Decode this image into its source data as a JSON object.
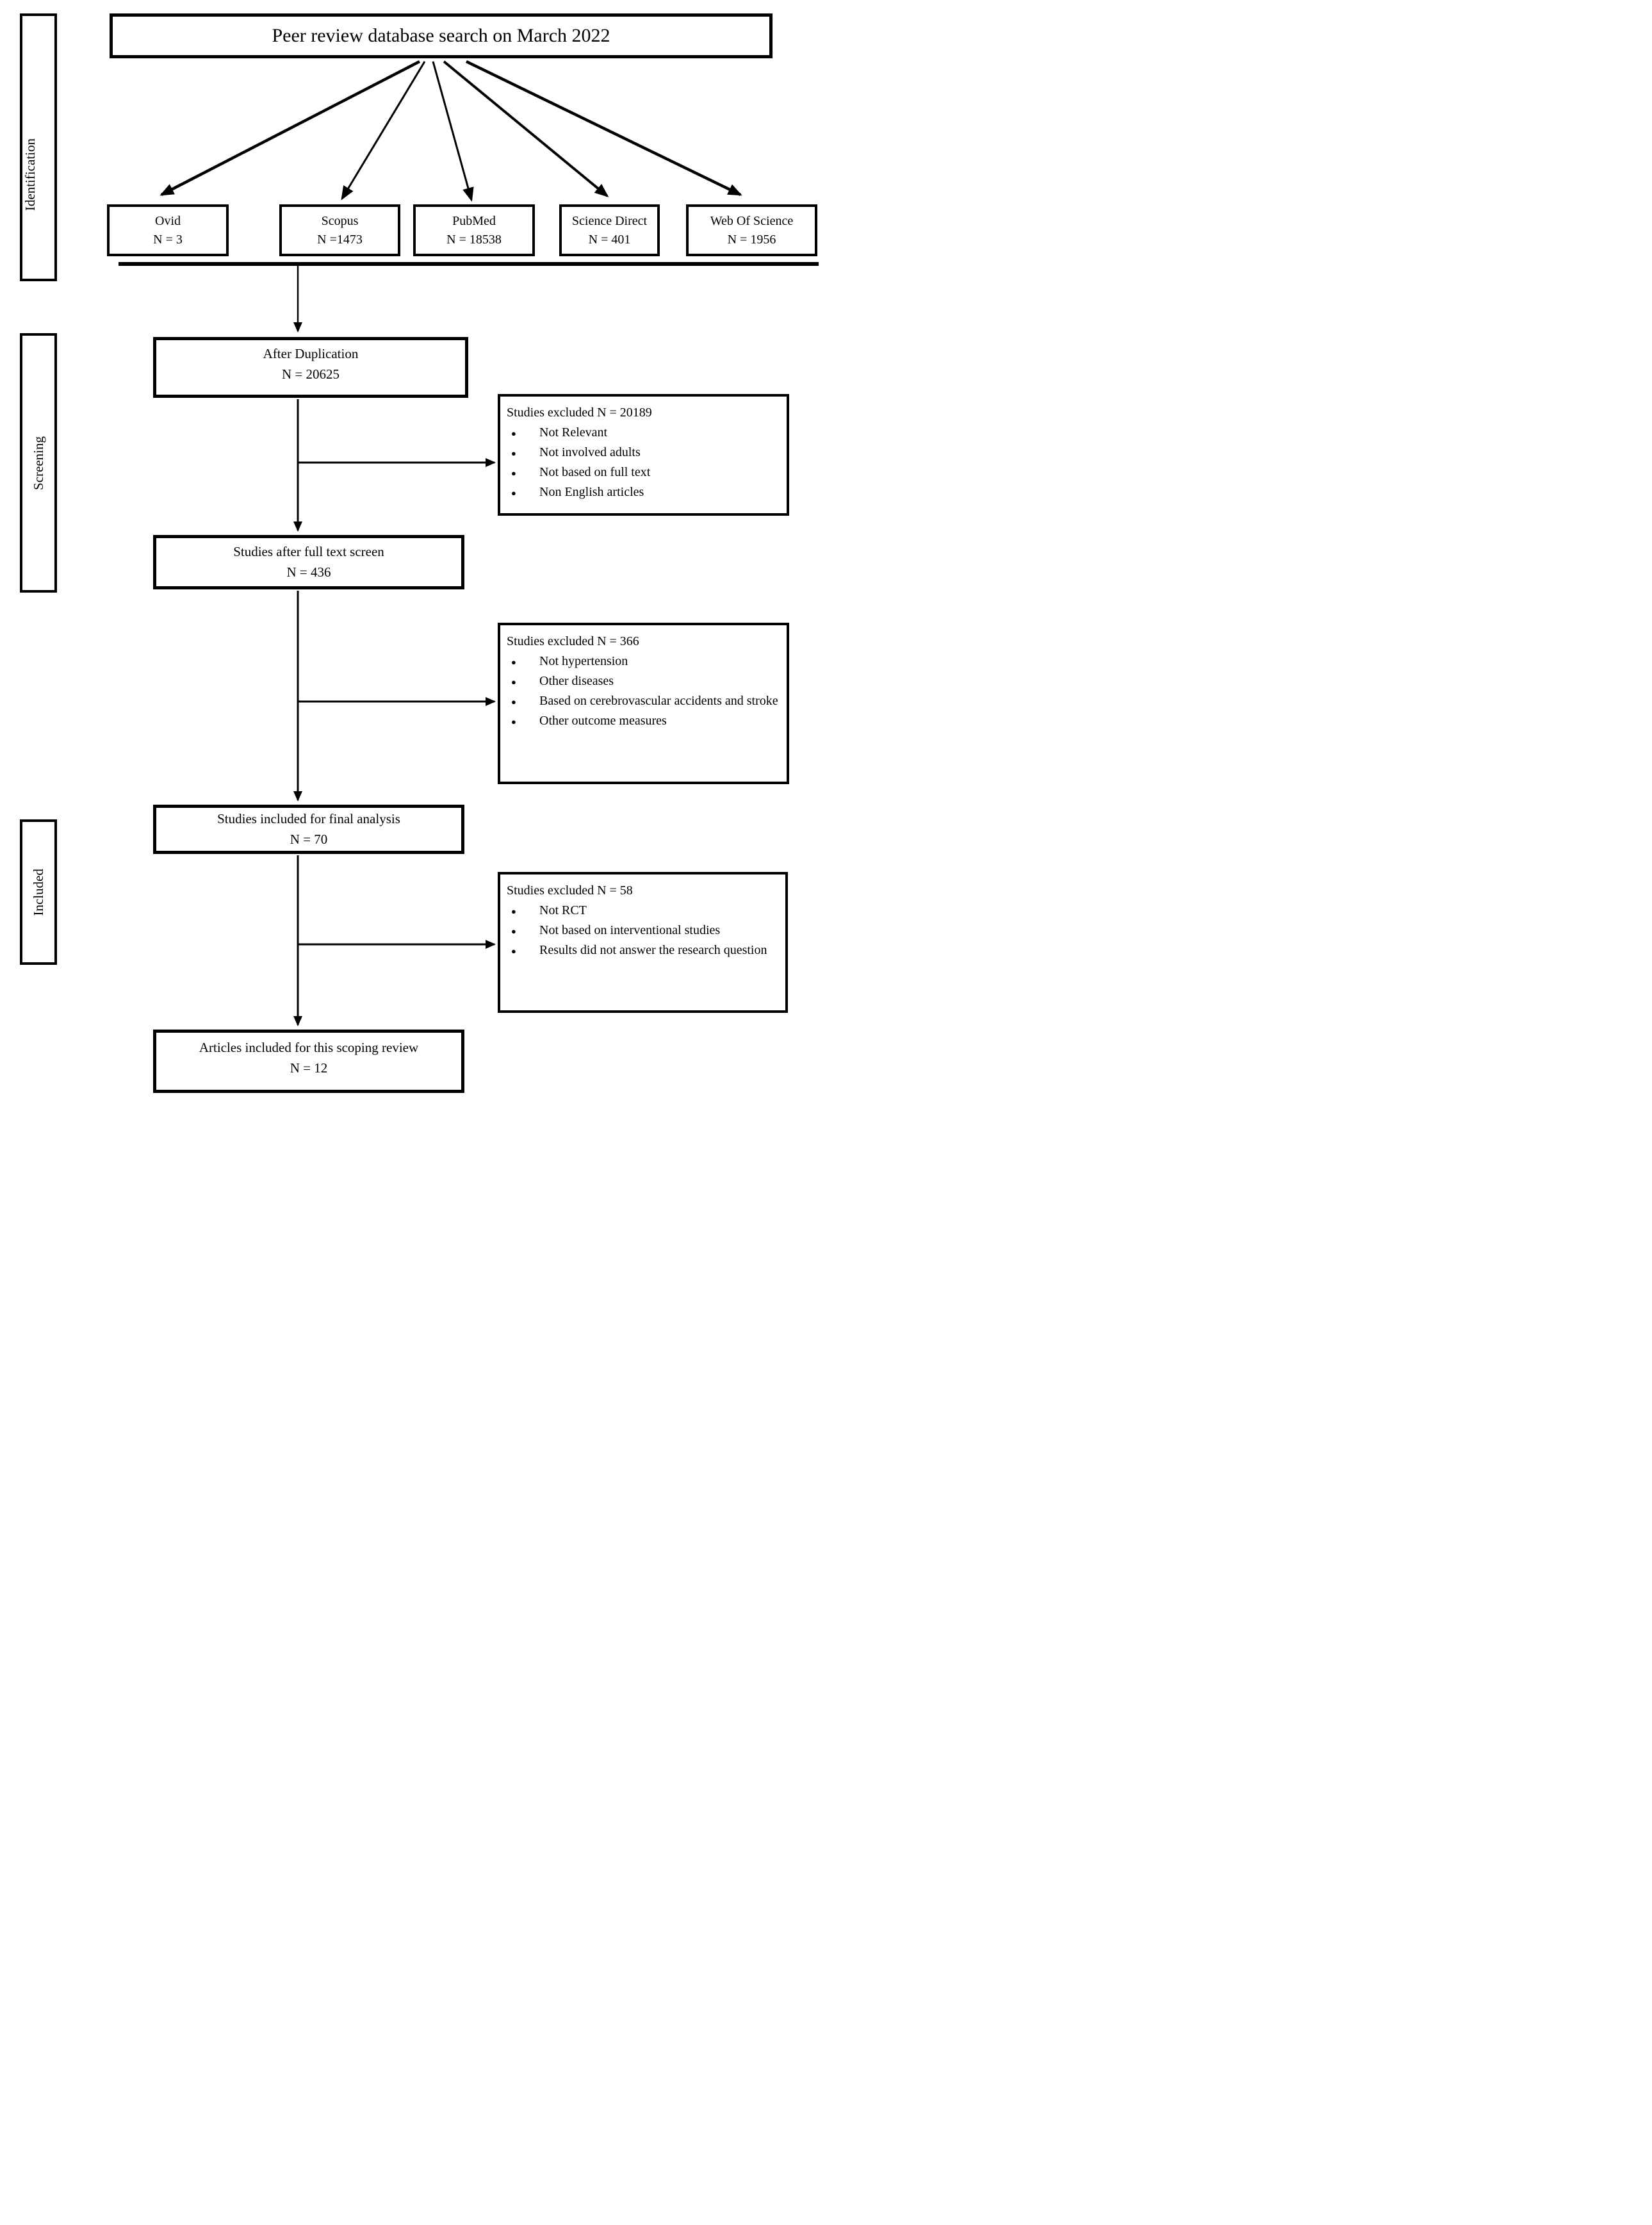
{
  "title": "Peer review database search on March 2022",
  "stages": [
    {
      "label": "Identification"
    },
    {
      "label": "Screening"
    },
    {
      "label": "Included"
    }
  ],
  "databases": [
    {
      "name": "Ovid",
      "count": "N = 3"
    },
    {
      "name": "Scopus",
      "count": "N =1473"
    },
    {
      "name": "PubMed",
      "count": "N = 18538"
    },
    {
      "name": "Science Direct",
      "count": "N = 401"
    },
    {
      "name": "Web Of Science",
      "count": "N = 1956"
    }
  ],
  "flow": [
    {
      "label": "After Duplication",
      "count": "N = 20625"
    },
    {
      "label": "Studies after full text screen",
      "count": "N = 436"
    },
    {
      "label": "Studies included for final analysis",
      "count": "N = 70"
    },
    {
      "label": "Articles included for this scoping review",
      "count": "N = 12"
    }
  ],
  "exclusions": [
    {
      "header": "Studies excluded N = 20189",
      "reasons": [
        "Not Relevant",
        "Not involved adults",
        "Not based on full text",
        "Non English articles"
      ]
    },
    {
      "header": "Studies excluded N = 366",
      "reasons": [
        "Not hypertension",
        "Other diseases",
        "Based on cerebrovascular accidents and stroke",
        "Other outcome measures"
      ]
    },
    {
      "header": "Studies excluded N = 58",
      "reasons": [
        "Not RCT",
        "Not based on interventional studies",
        "Results did not answer the research question"
      ]
    }
  ]
}
